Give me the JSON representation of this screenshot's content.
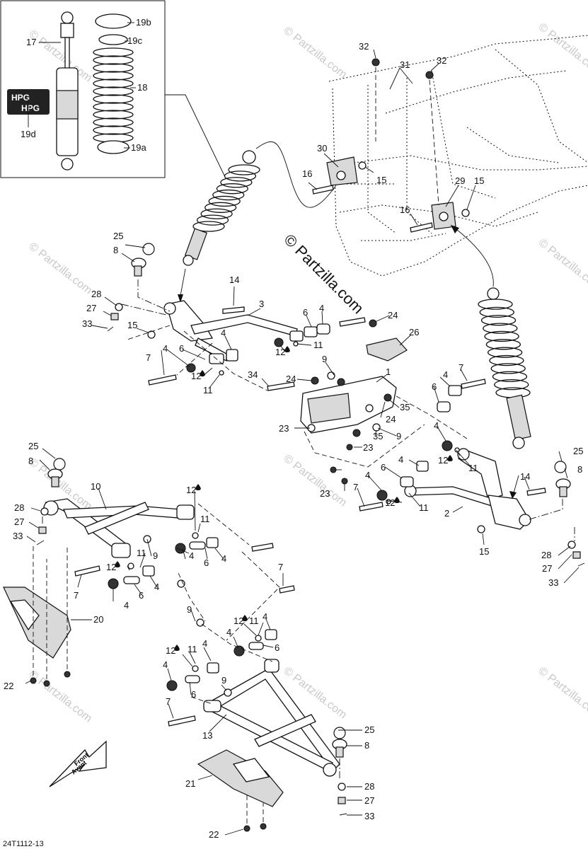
{
  "diagram_code": "24T1112-13",
  "watermark": {
    "main": "© Partzilla.com",
    "tile": "© Partzilla.com"
  },
  "inset": {
    "hpg_badge_text": "HPG"
  },
  "front_arrow": {
    "line1": "Front",
    "line2": "Avant"
  },
  "callouts": {
    "c17": "17",
    "c19b": "19b",
    "c19c": "19c",
    "c18": "18",
    "c19d": "19d",
    "c19a": "19a",
    "c32a": "32",
    "c31": "31",
    "c32b": "32",
    "c30": "30",
    "c16a": "16",
    "c15a": "15",
    "c29": "29",
    "c15b": "15",
    "c16b": "16",
    "c25a": "25",
    "c8a": "8",
    "c14a": "14",
    "c3": "3",
    "c28a": "28",
    "c27a": "27",
    "c33a": "33",
    "c15c": "15",
    "c6a": "6",
    "c4a": "4",
    "c24a": "24",
    "c26": "26",
    "c4b": "4",
    "c12a": "12",
    "c11a": "11",
    "c7a": "7",
    "c4c": "4",
    "c6b": "6",
    "c12b": "12",
    "c11b": "11",
    "c9a": "9",
    "c34": "34",
    "c24b": "24",
    "c1": "1",
    "c24c": "24",
    "c35a": "35",
    "c23a": "23",
    "c35b": "35",
    "c9b": "9",
    "c23b": "23",
    "c23c": "23",
    "c4d": "4",
    "c7b": "7",
    "c6c": "6",
    "c4e": "4",
    "c12c": "12",
    "c11c": "11",
    "c25b": "25",
    "c8b": "8",
    "c4f": "4",
    "c6d": "6",
    "c4g": "4",
    "c7c": "7",
    "c14b": "14",
    "c12d": "12",
    "c11d": "11",
    "c2": "2",
    "c15d": "15",
    "c28b": "28",
    "c27b": "27",
    "c33b": "33",
    "c25c": "25",
    "c8c": "8",
    "c10": "10",
    "c12e": "12",
    "c28c": "28",
    "c27c": "27",
    "c33c": "33",
    "c11e": "11",
    "c4h": "4",
    "c6e": "6",
    "c4i": "4",
    "c11f": "11",
    "c9c": "9",
    "c12f": "12",
    "c7d": "7",
    "c4j": "4",
    "c6f": "6",
    "c4k": "4",
    "c7e": "7",
    "c9d": "9",
    "c20": "20",
    "c12g": "12",
    "c11g": "11",
    "c4l": "4",
    "c4m": "4",
    "c6g": "6",
    "c12h": "12",
    "c11h": "11",
    "c4n": "4",
    "c4o": "4",
    "c6h": "6",
    "c9e": "9",
    "c22a": "22",
    "c7f": "7",
    "c13": "13",
    "c25d": "25",
    "c8d": "8",
    "c21": "21",
    "c28d": "28",
    "c27d": "27",
    "c22b": "22",
    "c33d": "33"
  }
}
